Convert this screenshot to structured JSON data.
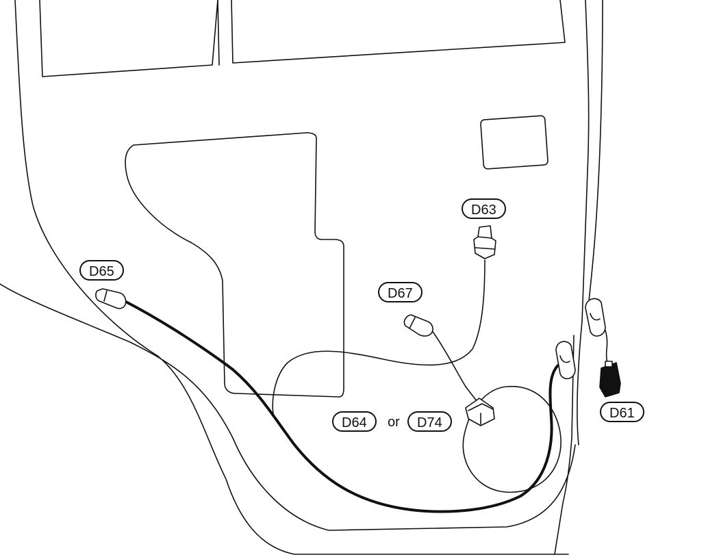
{
  "connectors": {
    "d65": "D65",
    "d63": "D63",
    "d67": "D67",
    "d64": "D64",
    "d74": "D74",
    "d61": "D61"
  },
  "or_text": "or"
}
